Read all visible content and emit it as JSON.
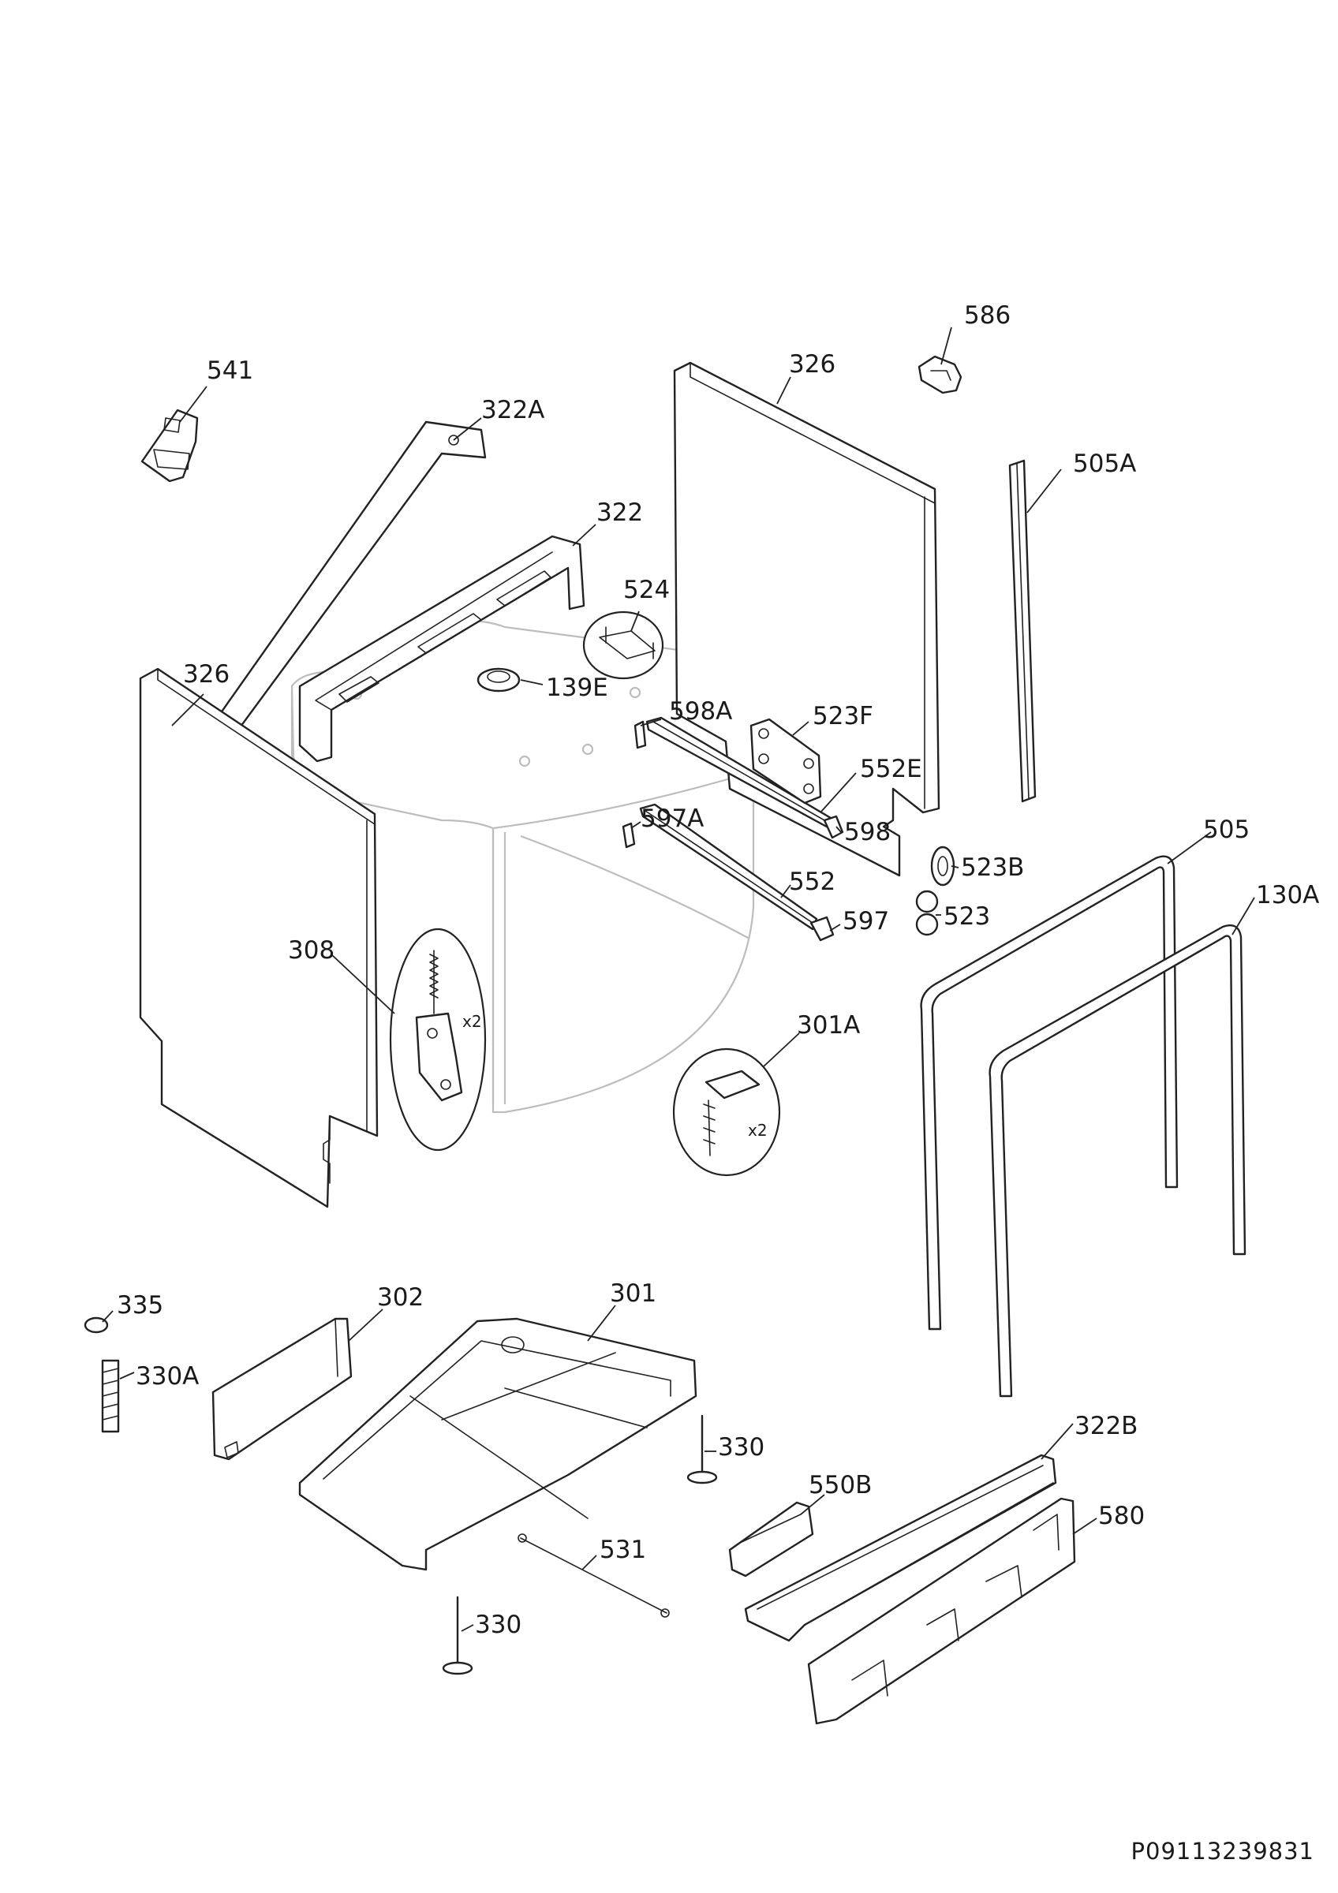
{
  "document": {
    "id": "P09113239831"
  },
  "labels": [
    {
      "key": "l586",
      "text": "586"
    },
    {
      "key": "l541",
      "text": "541"
    },
    {
      "key": "l326a",
      "text": "326"
    },
    {
      "key": "l322A",
      "text": "322A"
    },
    {
      "key": "l505A",
      "text": "505A"
    },
    {
      "key": "l322",
      "text": "322"
    },
    {
      "key": "l524",
      "text": "524"
    },
    {
      "key": "l326b",
      "text": "326"
    },
    {
      "key": "l139E",
      "text": "139E"
    },
    {
      "key": "l598A",
      "text": "598A"
    },
    {
      "key": "l523F",
      "text": "523F"
    },
    {
      "key": "l552E",
      "text": "552E"
    },
    {
      "key": "l505",
      "text": "505"
    },
    {
      "key": "l597A",
      "text": "597A"
    },
    {
      "key": "l598",
      "text": "598"
    },
    {
      "key": "l523B",
      "text": "523B"
    },
    {
      "key": "l130A",
      "text": "130A"
    },
    {
      "key": "l552",
      "text": "552"
    },
    {
      "key": "l523",
      "text": "523"
    },
    {
      "key": "l597",
      "text": "597"
    },
    {
      "key": "l308",
      "text": "308"
    },
    {
      "key": "l301A",
      "text": "301A"
    },
    {
      "key": "l335",
      "text": "335"
    },
    {
      "key": "l302",
      "text": "302"
    },
    {
      "key": "l301",
      "text": "301"
    },
    {
      "key": "l330A",
      "text": "330A"
    },
    {
      "key": "l322B",
      "text": "322B"
    },
    {
      "key": "l330a",
      "text": "330"
    },
    {
      "key": "l550B",
      "text": "550B"
    },
    {
      "key": "l580",
      "text": "580"
    },
    {
      "key": "l531",
      "text": "531"
    },
    {
      "key": "l330b",
      "text": "330"
    }
  ],
  "callouts": {
    "qty_308": "x2",
    "qty_301A": "x2"
  }
}
